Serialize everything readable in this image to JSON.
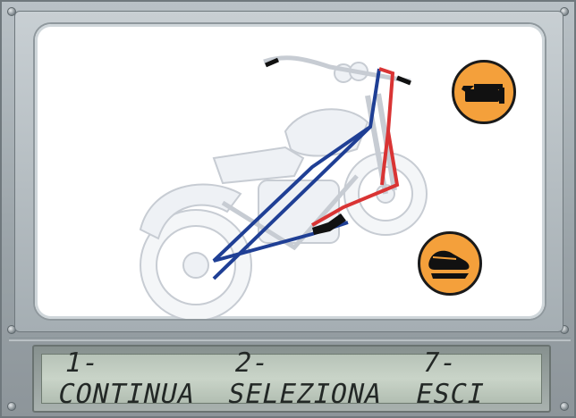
{
  "screen": {
    "diagram": "motorcycle-brake-circuit",
    "colors": {
      "front_circuit": "#d93434",
      "rear_circuit": "#1f3f95",
      "icon_fill": "#f4a03b",
      "lcd_text": "#232826"
    },
    "icons": {
      "hand_lever": "hand-brake-lever-icon",
      "foot_pedal": "foot-brake-pedal-icon"
    }
  },
  "lcd": {
    "options": [
      {
        "label": "1-CONTINUA"
      },
      {
        "label": "2-SELEZIONA"
      },
      {
        "label": "7-ESCI"
      }
    ]
  }
}
